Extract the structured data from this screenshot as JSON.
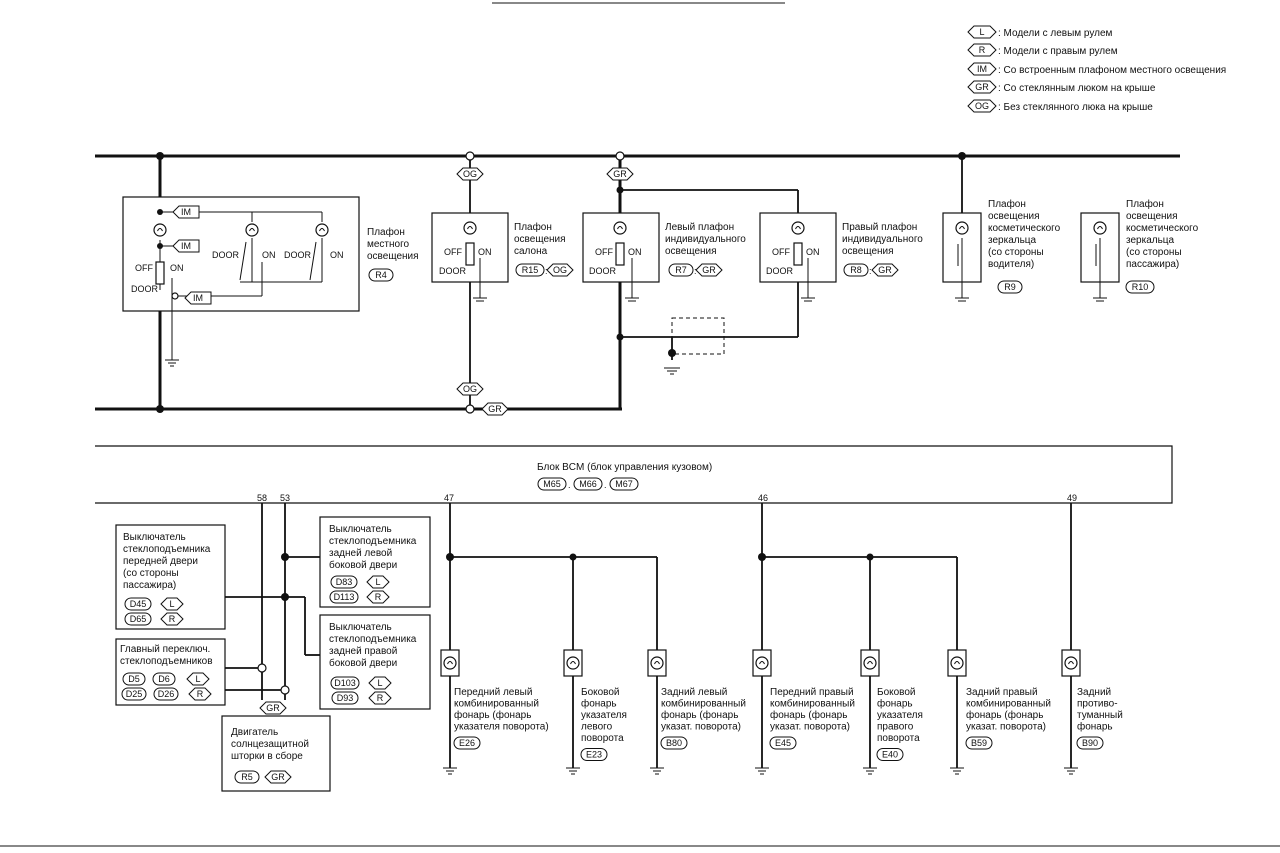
{
  "legend": [
    {
      "code": "L",
      "text": ": Модели с левым рулем"
    },
    {
      "code": "R",
      "text": ": Модели с правым рулем"
    },
    {
      "code": "IM",
      "text": ": Со встроенным плафоном местного освещения"
    },
    {
      "code": "GR",
      "text": ": Со стеклянным люком на крыше"
    },
    {
      "code": "OG",
      "text": ": Без стеклянного люка на крыше"
    }
  ],
  "switch_labels": {
    "off": "OFF",
    "on": "ON",
    "door": "DOOR"
  },
  "codes": {
    "im": "IM",
    "og": "OG",
    "gr": "GR",
    "l": "L",
    "r": "R"
  },
  "lamps": {
    "spot": {
      "lines": [
        "Плафон",
        "местного",
        "освещения"
      ],
      "conn": "R4"
    },
    "room": {
      "lines": [
        "Плафон",
        "освещения",
        "салона"
      ],
      "conn": "R15",
      "tag": "OG"
    },
    "left_personal": {
      "lines": [
        "Левый плафон",
        "индивидуального",
        "освещения"
      ],
      "conn": "R7",
      "tag": "GR"
    },
    "right_personal": {
      "lines": [
        "Правый плафон",
        "индивидуального",
        "освещения"
      ],
      "conn": "R8",
      "tag": "GR"
    },
    "vanity_driver": {
      "lines": [
        "Плафон",
        "освещения",
        "косметического",
        "зеркальца",
        "(со стороны",
        "водителя)"
      ],
      "conn": "R9"
    },
    "vanity_pass": {
      "lines": [
        "Плафон",
        "освещения",
        "косметического",
        "зеркальца",
        "(со стороны",
        "пассажира)"
      ],
      "conn": "R10"
    }
  },
  "bcm": {
    "title": "Блок BCM (блок управления кузовом)",
    "conns": [
      "M65",
      "M66",
      "M67"
    ]
  },
  "pins": {
    "p58": "58",
    "p53": "53",
    "p47": "47",
    "p46": "46",
    "p49": "49"
  },
  "switches": {
    "front_pass": {
      "lines": [
        "Выключатель",
        "стеклоподъемника",
        "передней двери",
        "(со стороны",
        "пассажира)"
      ],
      "c1": "D45",
      "c1tag": "L",
      "c2": "D65",
      "c2tag": "R"
    },
    "main": {
      "lines": [
        "Главный переключ.",
        "стеклоподъемников"
      ],
      "c1": "D5",
      "c2": "D6",
      "c1tag": "L",
      "c3": "D25",
      "c4": "D26",
      "c2tag": "R"
    },
    "rear_left": {
      "lines": [
        "Выключатель",
        "стеклоподъемника",
        "задней левой",
        "боковой двери"
      ],
      "c1": "D83",
      "c1tag": "L",
      "c2": "D113",
      "c2tag": "R"
    },
    "rear_right": {
      "lines": [
        "Выключатель",
        "стеклоподъемника",
        "задней правой",
        "боковой двери"
      ],
      "c1": "D103",
      "c1tag": "L",
      "c2": "D93",
      "c2tag": "R"
    },
    "sunshade": {
      "lines": [
        "Двигатель",
        "солнцезащитной",
        "шторки в сборе"
      ],
      "conn": "R5",
      "tag": "GR"
    }
  },
  "outputs": [
    {
      "lines": [
        "Передний левый",
        "комбинированный",
        "фонарь (фонарь",
        "указателя поворота)"
      ],
      "conn": "E26"
    },
    {
      "lines": [
        "Боковой",
        "фонарь",
        "указателя",
        "левого",
        "поворота"
      ],
      "conn": "E23"
    },
    {
      "lines": [
        "Задний левый",
        "комбинированный",
        "фонарь (фонарь",
        "указат. поворота)"
      ],
      "conn": "B80"
    },
    {
      "lines": [
        "Передний правый",
        "комбинированный",
        "фонарь (фонарь",
        "указат. поворота)"
      ],
      "conn": "E45"
    },
    {
      "lines": [
        "Боковой",
        "фонарь",
        "указателя",
        "правого",
        "поворота"
      ],
      "conn": "E40"
    },
    {
      "lines": [
        "Задний правый",
        "комбинированный",
        "фонарь (фонарь",
        "указат. поворота)"
      ],
      "conn": "B59"
    },
    {
      "lines": [
        "Задний",
        "противо-",
        "туманный",
        "фонарь"
      ],
      "conn": "B90"
    }
  ]
}
